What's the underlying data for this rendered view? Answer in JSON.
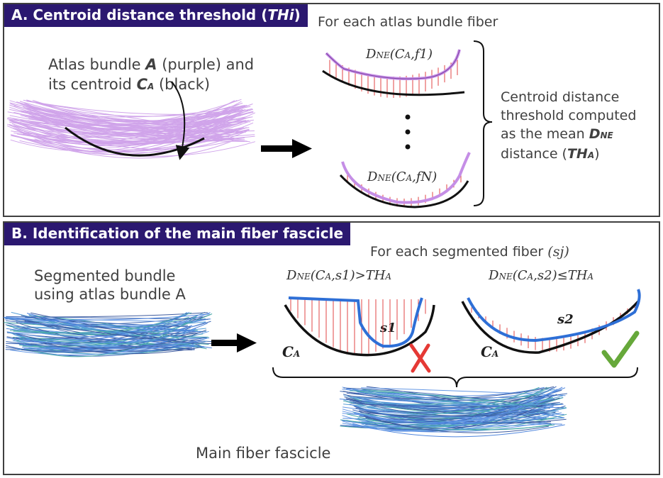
{
  "panel_a": {
    "header_letter": "A.",
    "header_text": "Centroid distance threshold",
    "header_var": "THi",
    "subtitle": "For each atlas bundle fiber",
    "desc_line1_pre": "Atlas bundle ",
    "desc_line1_var": "A",
    "desc_line1_post": " (purple) and",
    "desc_line2_pre": "its centroid ",
    "desc_line2_var": "C",
    "desc_line2_sub": "A",
    "desc_line2_post": " (black)",
    "formula_top": "D",
    "formula_top_sub": "NE",
    "formula_top_args": "(C",
    "formula_top_args_sub": "A",
    "formula_top_args_end": ",f1)",
    "formula_bottom": "D",
    "formula_bottom_sub": "NE",
    "formula_bottom_args": "(C",
    "formula_bottom_args_sub": "A",
    "formula_bottom_args_end": ",fN)",
    "right_line1": "Centroid distance",
    "right_line2": "threshold computed",
    "right_line3_pre": "as the mean ",
    "right_line3_var": "D",
    "right_line3_sub": "NE",
    "right_line4_pre": "distance (",
    "right_line4_var": "TH",
    "right_line4_sub": "A",
    "right_line4_post": ")"
  },
  "panel_b": {
    "header_letter": "B.",
    "header_text": "Identification of the main fiber fascicle",
    "subtitle_pre": "For each segmented fiber ",
    "subtitle_var": "(sj)",
    "left_line1": "Segmented bundle",
    "left_line2": "using atlas bundle A",
    "formula_left_d": "D",
    "formula_left_sub": "NE",
    "formula_left_rest": "(C",
    "formula_left_rest_sub": "A",
    "formula_left_rest2": ",s1)>TH",
    "formula_left_rest2_sub": "A",
    "formula_right_d": "D",
    "formula_right_sub": "NE",
    "formula_right_rest": "(C",
    "formula_right_rest_sub": "A",
    "formula_right_rest2": ",s2)≤TH",
    "formula_right_rest2_sub": "A",
    "label_s1": "s1",
    "label_s2": "s2",
    "label_ca_left": "C",
    "label_ca_left_sub": "A",
    "label_ca_right": "C",
    "label_ca_right_sub": "A",
    "bottom_label": "Main fiber fascicle"
  },
  "colors": {
    "header_bg": "#2b1870",
    "purple_fiber": "#c58ee6",
    "blue_fiber": "#2e6fd6",
    "hatch_red": "#e04545",
    "cross_red": "#e53935",
    "check_green": "#66a83a"
  }
}
